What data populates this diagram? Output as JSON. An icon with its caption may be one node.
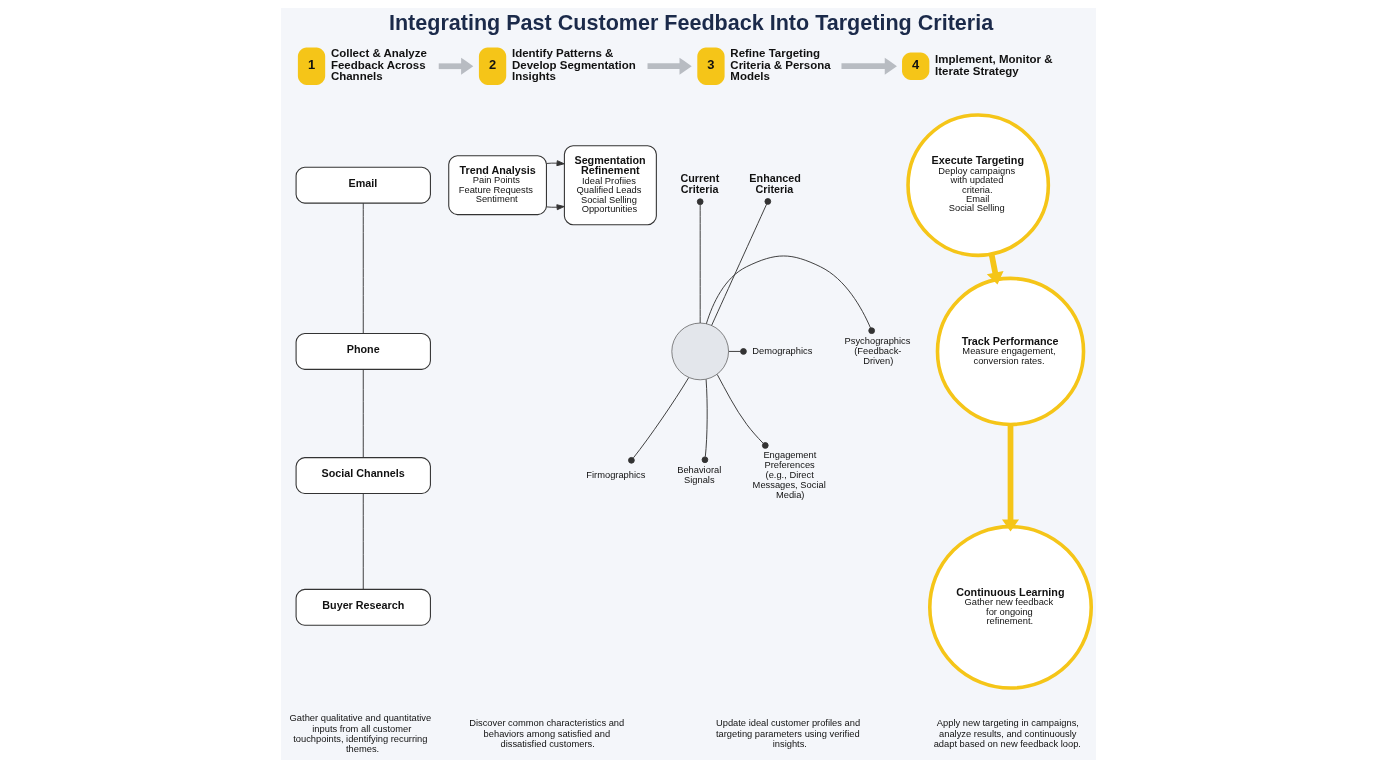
{
  "diagram": {
    "title": "Integrating Past Customer Feedback Into Targeting Criteria",
    "nodes": [
      {
        "text": [
          "1",
          "Collect & Analyze Feedback Across Channels"
        ]
      },
      {
        "text": [
          "2",
          "Identify Patterns & Develop Segmentation Insights"
        ]
      },
      {
        "text": [
          "3",
          "Refine Targeting Criteria & Persona Models"
        ]
      },
      {
        "text": [
          "4",
          "Implement, Monitor & Iterate Strategy"
        ]
      },
      {
        "text": [
          "Email"
        ]
      },
      {
        "text": [
          "Phone"
        ]
      },
      {
        "text": [
          "Social Channels"
        ]
      },
      {
        "text": [
          "Buyer Research"
        ]
      },
      {
        "text": [
          "Trend Analysis",
          "Pain Points",
          "Feature Requests",
          "Sentiment"
        ]
      },
      {
        "text": [
          "Segmentation Refinement",
          "Ideal Profiies",
          "Qualified Leads",
          "Social Selling Opportunities"
        ]
      },
      {
        "text": [],
        "shape": "circle"
      },
      {
        "text": [
          "Current Criteria"
        ]
      },
      {
        "text": [
          "Demographics"
        ]
      },
      {
        "text": [
          "Firmographics"
        ]
      },
      {
        "text": [
          "Enhanced Criteria"
        ]
      },
      {
        "text": [
          "Psychographics (Feedback-Driven)"
        ]
      },
      {
        "text": [
          "Behavioral Signals"
        ]
      },
      {
        "text": [
          "Engagement Preferences (e.g., Direct Messages, Social Media)"
        ]
      },
      {
        "text": [
          "Execute Targeting",
          "Deploy campaigns with updated criteria.",
          "Email",
          "Social Selling"
        ]
      },
      {
        "text": [
          "Track Performance",
          "Measure engagement, conversion rates."
        ]
      },
      {
        "text": [
          "Continuous Learning",
          "Gather new feedback for ongoing refinement."
        ]
      }
    ],
    "edges": [
      {
        "from": 0,
        "to": 1,
        "arrow": "to",
        "style": "thick",
        "color": "#b8bcc2"
      },
      {
        "from": 1,
        "to": 2,
        "arrow": "to",
        "style": "thick",
        "color": "#b8bcc2"
      },
      {
        "from": 2,
        "to": 3,
        "arrow": "to",
        "style": "thick",
        "color": "#b8bcc2"
      },
      {
        "from": 4,
        "to": 5,
        "arrow": "none"
      },
      {
        "from": 5,
        "to": 6,
        "arrow": "none"
      },
      {
        "from": 6,
        "to": 7,
        "arrow": "none"
      },
      {
        "from": 8,
        "to": 9,
        "arrow": "to"
      },
      {
        "from": 8,
        "to": 9,
        "arrow": "to"
      },
      {
        "from": 11,
        "to": 10,
        "arrow": "other"
      },
      {
        "from": 12,
        "to": 10,
        "arrow": "other"
      },
      {
        "from": 13,
        "to": 10,
        "arrow": "other"
      },
      {
        "from": 14,
        "to": 10,
        "arrow": "other"
      },
      {
        "from": 15,
        "to": 10,
        "arrow": "other"
      },
      {
        "from": 16,
        "to": 10,
        "arrow": "other"
      },
      {
        "from": 17,
        "to": 10,
        "arrow": "other"
      },
      {
        "from": 18,
        "to": 19,
        "arrow": "to",
        "style": "thick",
        "color": "#f5c518"
      },
      {
        "from": 19,
        "to": 20,
        "arrow": "to",
        "style": "thick",
        "color": "#f5c518"
      }
    ],
    "labels": [
      "Gather qualitative and quantitative inputs from all customer touchpoints, identifying recurring themes.",
      "Discover common characteristics and behaviors among satisfied and dissatisfied customers.",
      "Update ideal customer profiles and targeting parameters using verified insights.",
      "Apply new targeting in campaigns, analyze results, and continuously adapt based on new feedback loop."
    ]
  }
}
